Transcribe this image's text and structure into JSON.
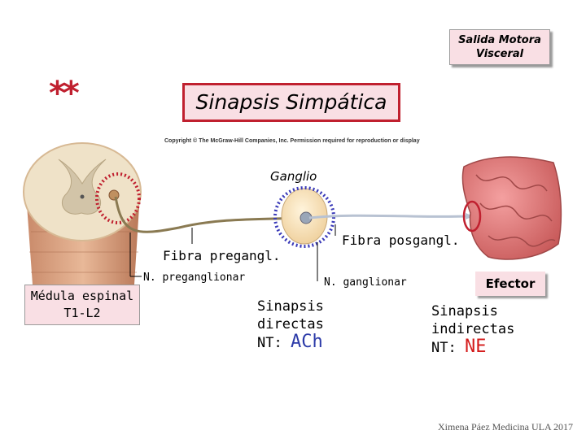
{
  "header": {
    "tag_line1": "Salida Motora",
    "tag_line2": "Visceral",
    "stars": "**",
    "title": "Sinapsis Simpática",
    "copyright": "Copyright © The McGraw-Hill Companies, Inc. Permission required for reproduction or display"
  },
  "diagram": {
    "ganglion_label": "Ganglio",
    "fiber_pre": "Fibra pregangl.",
    "fiber_post": "Fibra posgangl.",
    "neuron_pre": "N. preganglionar",
    "neuron_gang": "N. ganglionar",
    "spinal_line1": "Médula espinal",
    "spinal_line2": "T1-L2",
    "effector": "Efector"
  },
  "synapse_direct": {
    "line1": "Sinapsis",
    "line2": "directas",
    "nt_prefix": "NT:",
    "nt_value": "ACh"
  },
  "synapse_indirect": {
    "line1": "Sinapsis",
    "line2": "indirectas",
    "nt_prefix": "NT:",
    "nt_value": "NE"
  },
  "footer": {
    "credit": "Ximena Páez Medicina ULA 2017"
  },
  "colors": {
    "accent_red": "#c0202f",
    "box_pink": "#f9dfe4",
    "ach_blue": "#2b3aa8",
    "ne_red": "#d41b1b",
    "dotted_circle": "#3a3ab8"
  }
}
